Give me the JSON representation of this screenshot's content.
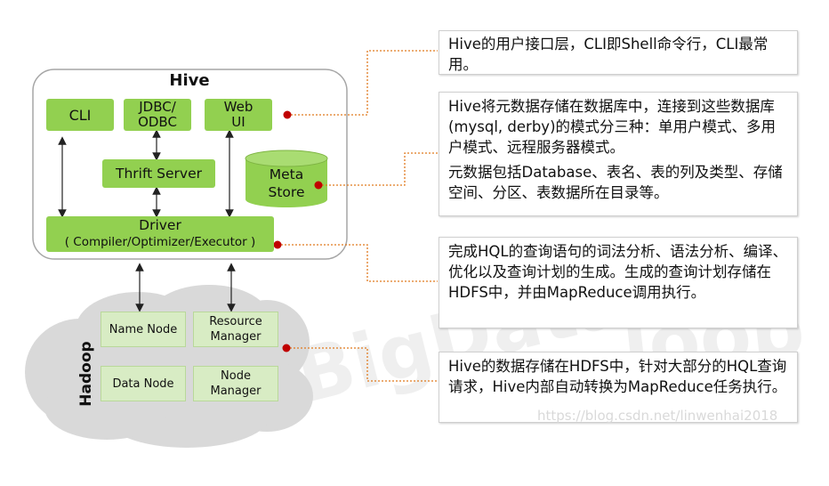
{
  "hive": {
    "title": "Hive",
    "cli": "CLI",
    "jdbc": "JDBC/\nODBC",
    "webui": "Web\nUI",
    "thrift": "Thrift Server",
    "meta": "Meta\nStore",
    "driver_title": "Driver",
    "driver_sub": "( Compiler/Optimizer/Executor )"
  },
  "hadoop": {
    "title": "Hadoop",
    "name_node": "Name Node",
    "resource_manager": "Resource\nManager",
    "data_node": "Data Node",
    "node_manager": "Node\nManager"
  },
  "notes": {
    "n1": "Hive的用户接口层，CLI即Shell命令行，CLI最常用。",
    "n2a": "Hive将元数据存储在数据库中，连接到这些数据库(mysql, derby)的模式分三种：单用户模式、多用户模式、远程服务器模式。",
    "n2b": "元数据包括Database、表名、表的列及类型、存储空间、分区、表数据所在目录等。",
    "n3": "完成HQL的查询语句的词法分析、语法分析、编译、优化以及查询计划的生成。生成的查询计划存储在HDFS中，并由MapReduce调用执行。",
    "n4": "Hive的数据存储在HDFS中，针对大部分的HQL查询请求，Hive内部自动转换为MapReduce任务执行。"
  },
  "watermarks": {
    "bigdata": "BigData",
    "loop": "loop",
    "url": "https://blog.csdn.net/linwenhai2018"
  },
  "colors": {
    "green": "#92d050",
    "light_green": "#d8ecc4",
    "cloud": "#d9d9d9",
    "connector": "#e07a1f",
    "dot": "#c00000"
  }
}
